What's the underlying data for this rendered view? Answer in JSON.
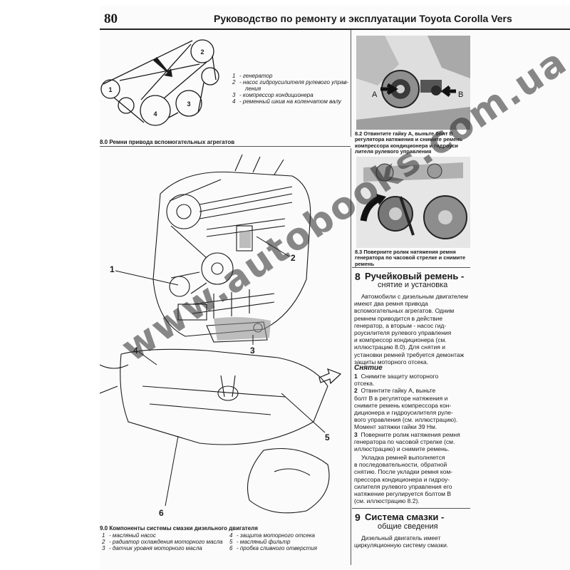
{
  "header": {
    "page_number": "80",
    "title": "Руководство по ремонту и эксплуатации Toyota Corolla Vers"
  },
  "fig_8_0": {
    "callouts": [
      "1",
      "2",
      "3",
      "4"
    ],
    "legend": [
      {
        "n": "1",
        "dash": "-",
        "text": "генератор"
      },
      {
        "n": "2",
        "dash": "-",
        "text": "насос гидроусилителя рулевого управ-"
      },
      {
        "n": "",
        "dash": "",
        "text": "ления"
      },
      {
        "n": "3",
        "dash": "-",
        "text": "компрессор кондиционера"
      },
      {
        "n": "4",
        "dash": "-",
        "text": "ременный шкив на коленчатом валу"
      }
    ],
    "caption": "8.0 Ремни привода вспомогательных агрегатов"
  },
  "fig_8_2": {
    "label_a": "A",
    "label_b": "B",
    "caption": [
      "8.2 Отвинтите гайку A, выньте болт В",
      "регулятора натяжения и снимите ремень",
      "компрессора кондиционера и гидроуси",
      "лителя рулевого управления"
    ]
  },
  "fig_8_3": {
    "caption": [
      "8.3 Поверните ролик натяжения ремня",
      "генератора по часовой стрелке и снимите",
      "ремень"
    ]
  },
  "fig_9_0": {
    "callouts": [
      "1",
      "2",
      "3",
      "4",
      "5",
      "6"
    ],
    "caption": "9.0 Компоненты системы смазки дизельного двигателя",
    "legend_left": [
      {
        "n": "1",
        "text": "масляный насос"
      },
      {
        "n": "2",
        "text": "радиатор охлаждения моторного масла"
      },
      {
        "n": "3",
        "text": "датчик уровня моторного масла"
      }
    ],
    "legend_right": [
      {
        "n": "4",
        "text": "защита моторного отсека"
      },
      {
        "n": "5",
        "text": "масляный фильтр"
      },
      {
        "n": "6",
        "text": "пробка сливного отверстия"
      }
    ]
  },
  "section_8": {
    "number": "8",
    "title": "Ручейковый ремень -",
    "subtitle": "снятие и установка",
    "intro": [
      "Автомобили с дизельным двигателем имеют два ремня привода",
      "вспомогательных агрегатов. Одним",
      "ремнем приводится в действие",
      "генератор, а вторым - насос гид-",
      "роусилителя рулевого управления",
      "и компрессор кондиционера (см.",
      "иллюстрацию 8.0). Для снятия и",
      "установки ремней требуется демонтаж",
      "защиты моторного отсека."
    ],
    "removal_head": "Снятие",
    "steps": [
      {
        "n": "1",
        "lines": [
          "Снимите защиту моторного",
          "отсека."
        ]
      },
      {
        "n": "2",
        "lines": [
          "Отвинтите гайку А, выньте",
          "болт В в регуляторе натяжения и",
          "снимите ремень компрессора кон-",
          "диционера и гидроусилителя руле-",
          "вого управления (см. иллюстрацию).",
          "Момент затяжки гайки 39 Нм."
        ]
      },
      {
        "n": "3",
        "lines": [
          "Поверните ролик натяжения ремня",
          "генератора по часовой стрелке (см.",
          "иллюстрацию) и снимите ремень."
        ]
      }
    ],
    "install": [
      "Укладка ремней выполняется",
      "в последовательности, обратной",
      "снятию. После укладки ремня ком-",
      "прессора кондиционера и гидроу-",
      "силителя рулевого управления его",
      "натяжение регулируется болтом В",
      "(см. иллюстрацию 8.2)."
    ]
  },
  "section_9": {
    "number": "9",
    "title": "Система смазки -",
    "subtitle": "общие сведения",
    "intro": [
      "Дизельный двигатель имеет",
      "циркуляционную систему смазки."
    ]
  },
  "watermark": "www.autobooks.com.ua",
  "colors": {
    "ink": "#1a1a1a",
    "paper": "#fbfbfb",
    "shade": "#8a8a8a"
  }
}
